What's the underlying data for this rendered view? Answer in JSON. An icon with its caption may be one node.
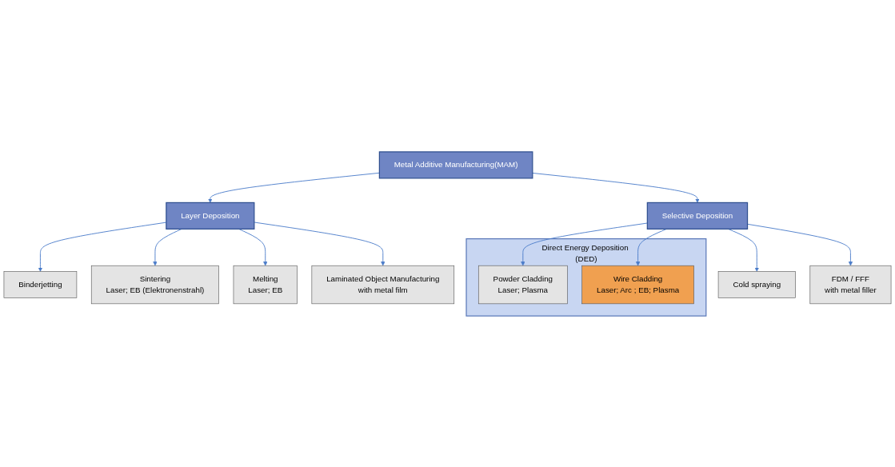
{
  "diagram": {
    "nodes": [
      {
        "text": [
          "Metal Additive Manufacturing(MAM)"
        ]
      },
      {
        "text": [
          "Layer Deposition"
        ]
      },
      {
        "text": [
          "Selective Deposition"
        ]
      },
      {
        "text": [
          "Binderjetting"
        ]
      },
      {
        "text": [
          "Sintering",
          "Laser; EB (Elektronenstrahl)"
        ]
      },
      {
        "text": [
          "Melting",
          "Laser; EB"
        ]
      },
      {
        "text": [
          "Laminated Object Manufacturing",
          "with metal film"
        ]
      },
      {
        "text": [
          "Direct Energy Deposition (DED)"
        ]
      },
      {
        "text": [
          "Powder Cladding",
          "Laser; Plasma"
        ],
        "in": 7
      },
      {
        "text": [
          "Wire Cladding",
          "Laser; Arc ; EB; Plasma"
        ],
        "in": 7
      },
      {
        "text": [
          "Cold spraying"
        ]
      },
      {
        "text": [
          "FDM / FFF",
          "with metal filler"
        ]
      }
    ],
    "edges": [
      {
        "from": 0,
        "to": 1,
        "arrow": "to"
      },
      {
        "from": 0,
        "to": 2,
        "arrow": "to"
      },
      {
        "from": 1,
        "to": 3,
        "arrow": "to"
      },
      {
        "from": 1,
        "to": 4,
        "arrow": "to"
      },
      {
        "from": 1,
        "to": 5,
        "arrow": "to"
      },
      {
        "from": 1,
        "to": 6,
        "arrow": "to"
      },
      {
        "from": 2,
        "to": 8,
        "arrow": "to"
      },
      {
        "from": 2,
        "to": 9,
        "arrow": "to"
      },
      {
        "from": 2,
        "to": 10,
        "arrow": "to"
      },
      {
        "from": 2,
        "to": 11,
        "arrow": "to"
      }
    ]
  }
}
